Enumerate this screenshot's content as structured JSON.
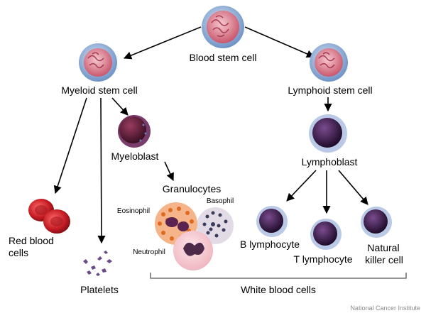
{
  "diagram": {
    "labels": {
      "blood_stem_cell": "Blood stem cell",
      "myeloid_stem_cell": "Myeloid stem cell",
      "lymphoid_stem_cell": "Lymphoid stem cell",
      "myeloblast": "Myeloblast",
      "lymphoblast": "Lymphoblast",
      "granulocytes": "Granulocytes",
      "eosinophil": "Eosinophil",
      "basophil": "Basophil",
      "neutrophil": "Neutrophil",
      "red_blood_cells_line1": "Red blood",
      "red_blood_cells_line2": "cells",
      "platelets": "Platelets",
      "b_lymphocyte": "B lymphocyte",
      "t_lymphocyte": "T lymphocyte",
      "natural_killer_line1": "Natural",
      "natural_killer_line2": "killer cell",
      "white_blood_cells": "White blood cells"
    },
    "credit": "National Cancer Institute",
    "colors": {
      "stem_cell_fill": "#e89aa8",
      "stem_cell_ring": "#8fb0d8",
      "blast_fill": "#5a1f35",
      "lymphocyte_fill": "#3d1f4a",
      "red_cell": "#d2232a",
      "platelet": "#6b4a8a",
      "eosinophil_granules": "#e06a1f",
      "basophil_granules": "#3a3a5a",
      "neutrophil_fill": "#f4c6cc",
      "arrow": "#000000"
    }
  }
}
